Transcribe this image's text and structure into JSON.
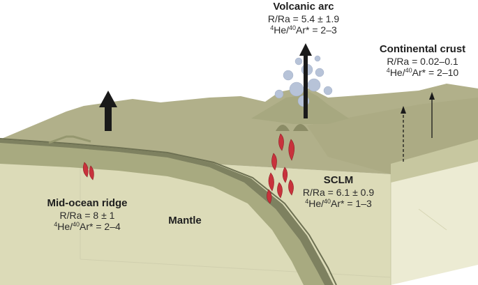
{
  "labels": {
    "volcanic_arc": {
      "title": "Volcanic arc",
      "ratio": "R/Ra = 5.4 ± 1.9",
      "he_ar_prefix": "He/",
      "he_ar_value": "Ar* = 2–3"
    },
    "continental_crust": {
      "title": "Continental crust",
      "ratio": "R/Ra = 0.02–0.1",
      "he_ar_prefix": "He/",
      "he_ar_value": "Ar* = 2–10"
    },
    "sclm": {
      "title": "SCLM",
      "ratio": "R/Ra = 6.1 ± 0.9",
      "he_ar_prefix": "He/",
      "he_ar_value": "Ar* = 1–3"
    },
    "mid_ocean_ridge": {
      "title": "Mid-ocean ridge",
      "ratio": "R/Ra = 8 ± 1",
      "he_ar_prefix": "He/",
      "he_ar_value": "Ar* = 2–4"
    },
    "mantle": {
      "title": "Mantle"
    }
  },
  "isotopes": {
    "helium_mass": "4",
    "argon_mass": "40"
  },
  "colors": {
    "mantle_front": "#dcdbb8",
    "mantle_right": "#ecebd3",
    "surface_top": "#b1b08a",
    "dark_band": "#8a8c67",
    "lithosphere": "#a6a87f",
    "magma": "#c8323c",
    "gas_plume": "#b7c3d8",
    "arrow": "#1a1a1a"
  }
}
